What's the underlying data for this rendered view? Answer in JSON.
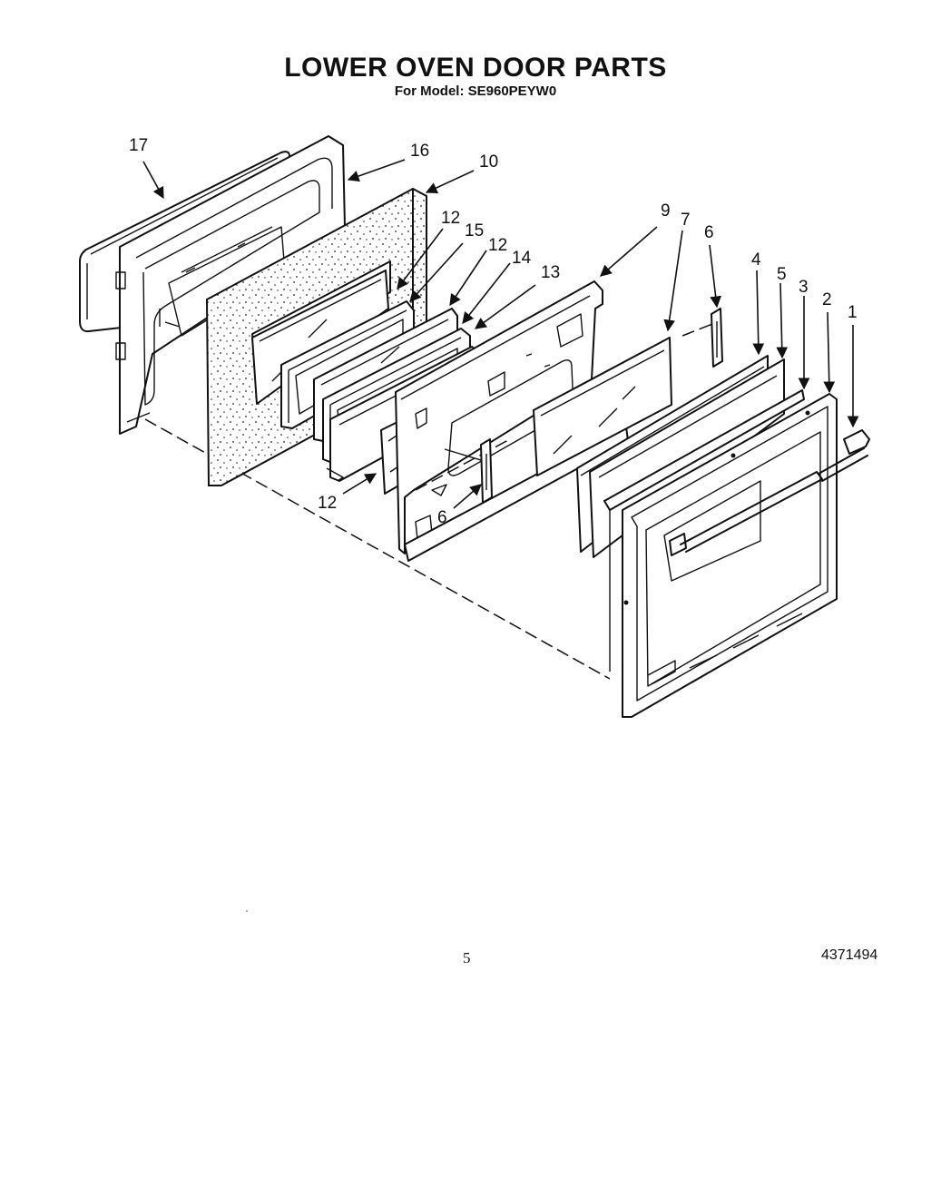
{
  "header": {
    "title": "LOWER OVEN DOOR PARTS",
    "subtitle": "For Model: SE960PEYW0"
  },
  "callouts": {
    "p1": "1",
    "p2": "2",
    "p3": "3",
    "p4": "4",
    "p5": "5",
    "p6a": "6",
    "p6b": "6",
    "p7": "7",
    "p9": "9",
    "p10": "10",
    "p12a": "12",
    "p12b": "12",
    "p12c": "12",
    "p13": "13",
    "p14": "14",
    "p15": "15",
    "p16": "16",
    "p17": "17"
  },
  "footer": {
    "page": "5",
    "doc_number": "4371494"
  }
}
